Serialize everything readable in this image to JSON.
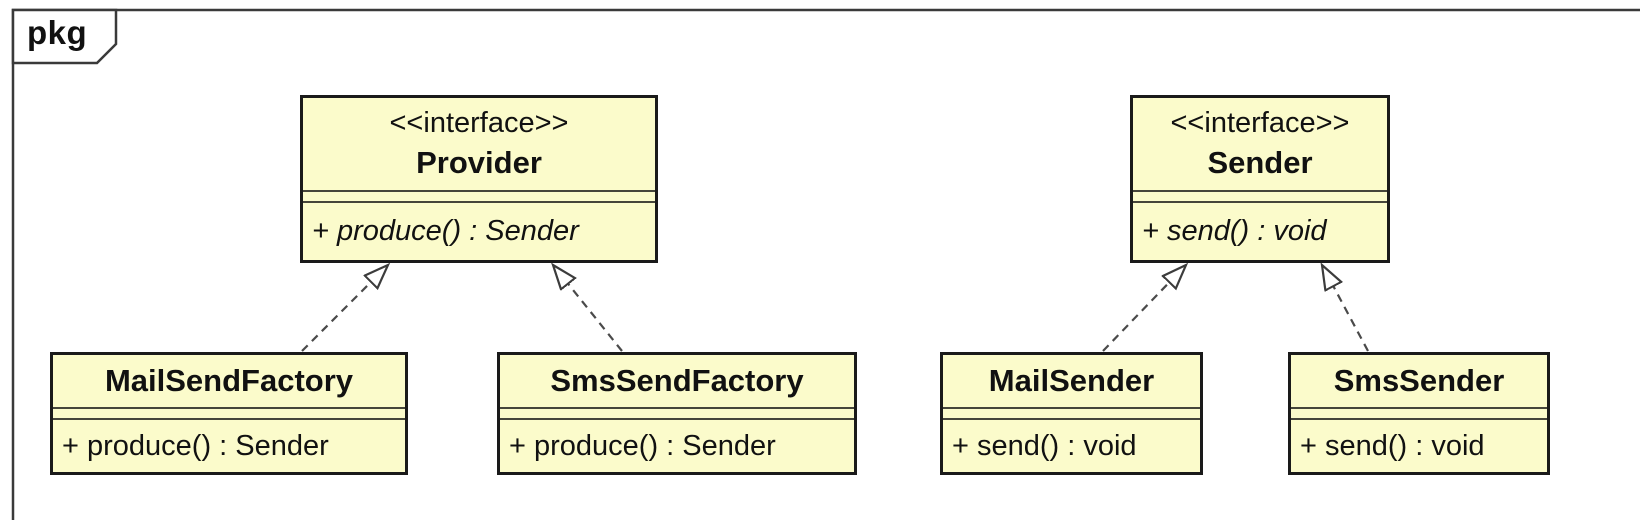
{
  "frame": {
    "label": "pkg"
  },
  "colors": {
    "box_fill": "#FBFBCB",
    "box_border": "#1A1A1A",
    "compartment_separator": "#45453A",
    "arrow": "#4A4A4A",
    "frame_line": "#3A3A3A",
    "background": "#FFFFFF"
  },
  "nodes": {
    "provider": {
      "stereotype": "<<interface>>",
      "name": "Provider",
      "method": "+ produce() : Sender"
    },
    "sender": {
      "stereotype": "<<interface>>",
      "name": "Sender",
      "method": "+ send() : void"
    },
    "mail_send_factory": {
      "name": "MailSendFactory",
      "method": "+ produce() : Sender"
    },
    "sms_send_factory": {
      "name": "SmsSendFactory",
      "method": "+ produce() : Sender"
    },
    "mail_sender": {
      "name": "MailSender",
      "method": "+ send() : void"
    },
    "sms_sender": {
      "name": "SmsSender",
      "method": "+ send() : void"
    }
  },
  "relations": [
    {
      "from": "MailSendFactory",
      "to": "Provider",
      "type": "realization",
      "line_style": "dashed",
      "arrowhead": "hollow-triangle"
    },
    {
      "from": "SmsSendFactory",
      "to": "Provider",
      "type": "realization",
      "line_style": "dashed",
      "arrowhead": "hollow-triangle"
    },
    {
      "from": "MailSender",
      "to": "Sender",
      "type": "realization",
      "line_style": "dashed",
      "arrowhead": "hollow-triangle"
    },
    {
      "from": "SmsSender",
      "to": "Sender",
      "type": "realization",
      "line_style": "dashed",
      "arrowhead": "hollow-triangle"
    }
  ]
}
